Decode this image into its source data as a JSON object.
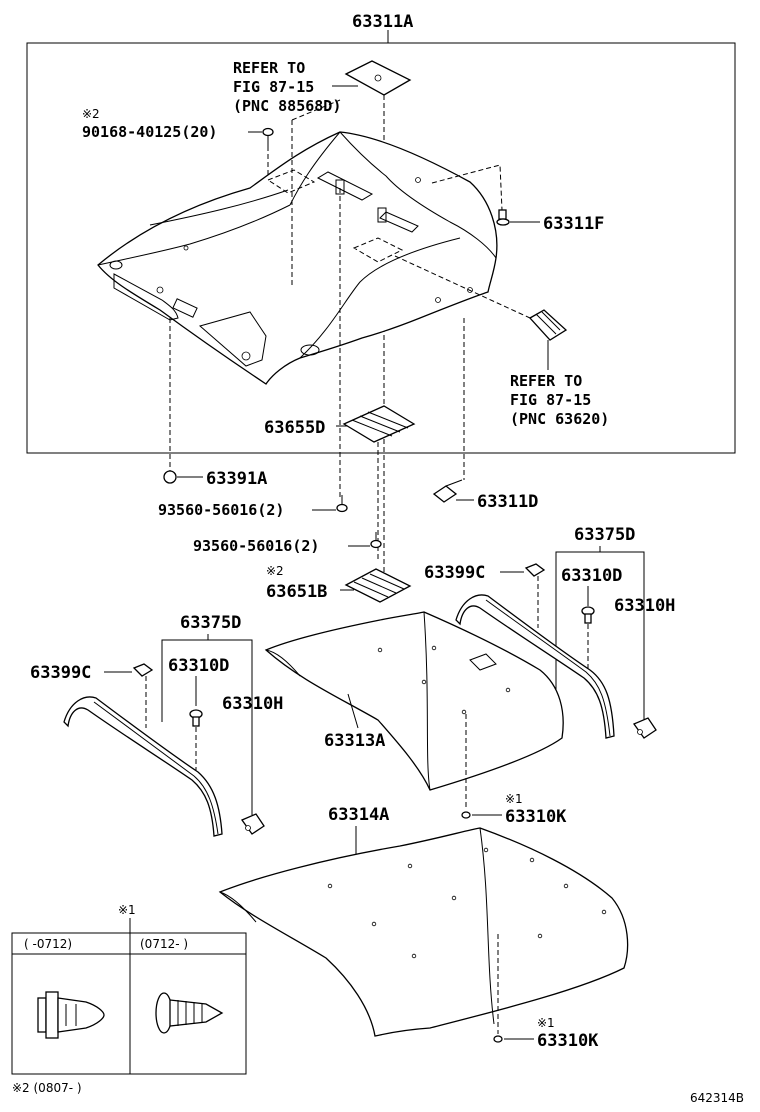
{
  "diagram": {
    "figure_id": "642314B",
    "labels": {
      "main_assembly": "63311A",
      "refer1_line1": "REFER TO",
      "refer1_line2": "FIG 87-15",
      "refer1_line3": "(PNC 88568D)",
      "note_mark_2a": "※2",
      "screw_top": "90168-40125(20)",
      "clip_63311F": "63311F",
      "refer2_line1": "REFER TO",
      "refer2_line2": "FIG 87-15",
      "refer2_line3": "(PNC 63620)",
      "pad_63655D": "63655D",
      "clip_63391A": "63391A",
      "screw_1": "93560-56016(2)",
      "holder_63311D": "63311D",
      "screw_2": "93560-56016(2)",
      "note_mark_2b": "※2",
      "pad_63651B": "63651B",
      "clip_right_63399C": "63399C",
      "rail_right_63375D": "63375D",
      "clip_right_63310D": "63310D",
      "clip_right_63310H": "63310H",
      "rail_left_63375D": "63375D",
      "clip_left_63399C": "63399C",
      "clip_left_63310D": "63310D",
      "clip_left_63310H": "63310H",
      "panel_63313A": "63313A",
      "note_mark_1a": "※1",
      "clip_63310K_a": "63310K",
      "panel_63314A": "63314A",
      "note_mark_1b": "※1",
      "clip_63310K_b": "63310K",
      "note_mark_1c": "※1"
    },
    "inset": {
      "col1_header": "(      -0712)",
      "col2_header": "(0712-      )"
    },
    "footnote": "※2 (0807-         )"
  }
}
